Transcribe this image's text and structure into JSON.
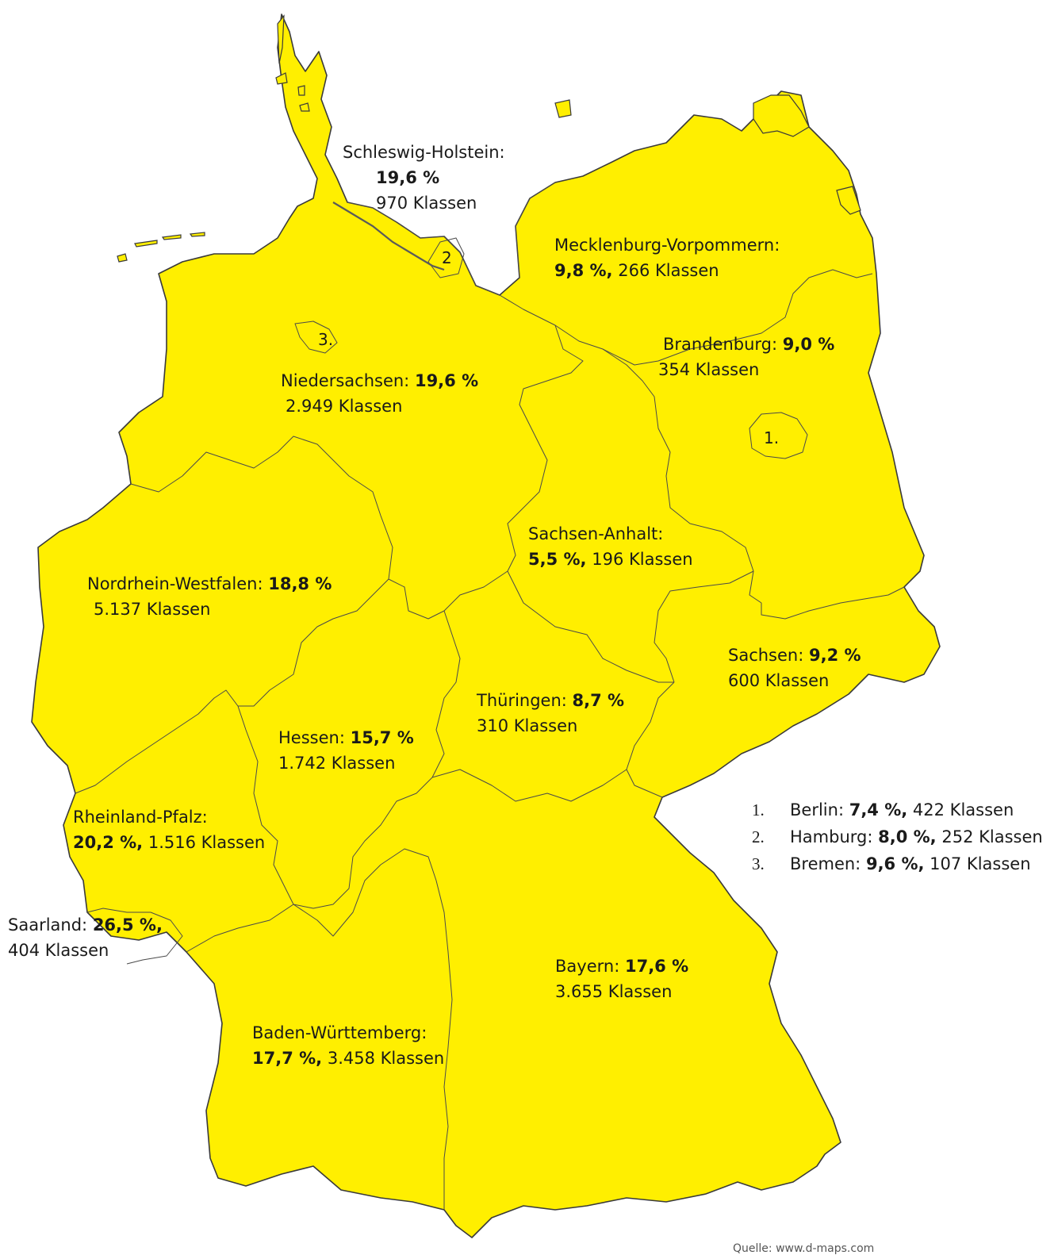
{
  "states": [
    {
      "id": "sh",
      "name": "Schleswig-Holstein:",
      "pct": "19,6 %",
      "classes": "970 Klassen"
    },
    {
      "id": "mv",
      "name": "Mecklenburg-Vorpommern:",
      "pct": "9,8 %,",
      "classes": "266 Klassen"
    },
    {
      "id": "bb",
      "name": "Brandenburg:",
      "pct": "9,0 %",
      "classes": "354 Klassen"
    },
    {
      "id": "ni",
      "name": "Niedersachsen:",
      "pct": "19,6 %",
      "classes": "2.949 Klassen"
    },
    {
      "id": "st",
      "name": "Sachsen-Anhalt:",
      "pct": "5,5 %,",
      "classes": "196 Klassen"
    },
    {
      "id": "nw",
      "name": "Nordrhein-Westfalen:",
      "pct": "18,8 %",
      "classes": "5.137 Klassen"
    },
    {
      "id": "sn",
      "name": "Sachsen:",
      "pct": "9,2 %",
      "classes": "600 Klassen"
    },
    {
      "id": "th",
      "name": "Thüringen:",
      "pct": "8,7 %",
      "classes": "310 Klassen"
    },
    {
      "id": "he",
      "name": "Hessen:",
      "pct": "15,7 %",
      "classes": "1.742 Klassen"
    },
    {
      "id": "rp",
      "name": "Rheinland-Pfalz:",
      "pct": "20,2 %,",
      "classes": "1.516 Klassen"
    },
    {
      "id": "sl",
      "name": "Saarland:",
      "pct": "26,5 %,",
      "classes": "404 Klassen"
    },
    {
      "id": "by",
      "name": "Bayern:",
      "pct": "17,6 %",
      "classes": "3.655 Klassen"
    },
    {
      "id": "bw",
      "name": "Baden-Württemberg:",
      "pct": "17,7 %,",
      "classes": "3.458 Klassen"
    }
  ],
  "city_markers": {
    "berlin": "1.",
    "hamburg": "2",
    "bremen": "3."
  },
  "legend": [
    {
      "num": "1.",
      "name": "Berlin:",
      "pct": "7,4 %,",
      "classes": "422 Klassen"
    },
    {
      "num": "2.",
      "name": "Hamburg:",
      "pct": "8,0 %,",
      "classes": "252 Klassen"
    },
    {
      "num": "3.",
      "name": "Bremen:",
      "pct": "9,6 %,",
      "classes": "107 Klassen"
    }
  ],
  "source": "Quelle: www.d-maps.com",
  "colors": {
    "fill": "#ffef00",
    "border": "#3a3a3a"
  }
}
